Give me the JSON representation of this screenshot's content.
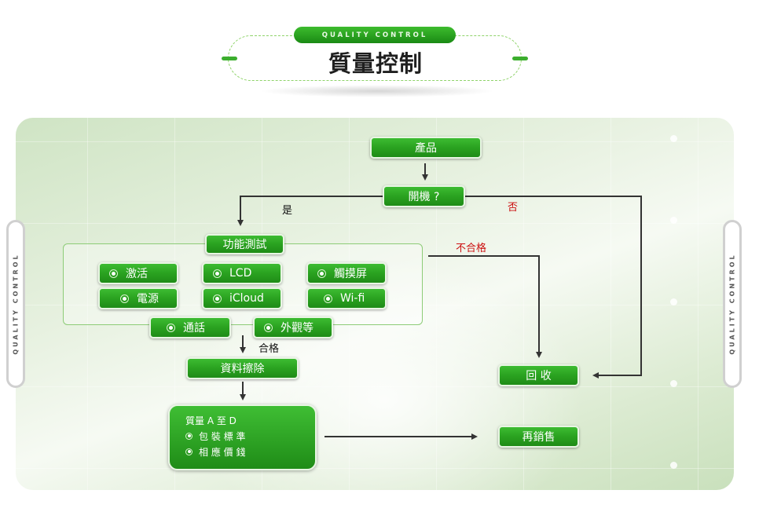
{
  "header": {
    "badge": "QUALITY CONTROL",
    "title": "質量控制"
  },
  "side_tabs": {
    "left": "QUALITY CONTROL",
    "right": "QUALITY CONTROL"
  },
  "flow": {
    "product": "產品",
    "power_on": "開機 ?",
    "yes": "是",
    "no": "否",
    "function_test": "功能測試",
    "tests": [
      "激活",
      "LCD",
      "觸摸屏",
      "電源",
      "iCloud",
      "Wi-fi"
    ],
    "call": "通話",
    "appearance": "外觀等",
    "fail": "不合格",
    "pass": "合格",
    "data_wipe": "資料擦除",
    "quality_title": "質量 A 至 D",
    "quality_items": [
      "包 裝 標 準",
      "相 應 價 錢"
    ],
    "recycle": "回 收",
    "resell": "再銷售"
  },
  "colors": {
    "box_green": "#2aa220",
    "label_red": "#cc1111",
    "arrow": "#333333"
  }
}
